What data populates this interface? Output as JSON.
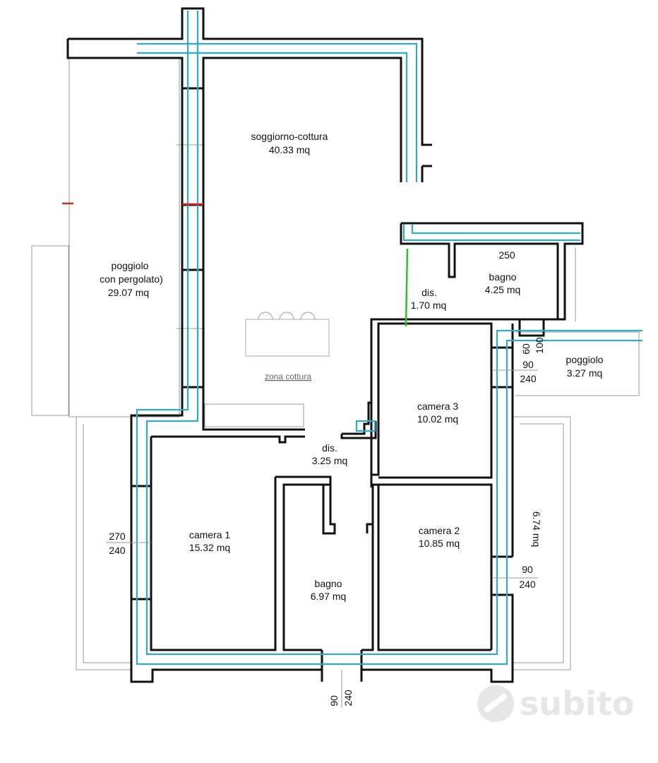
{
  "rooms": {
    "soggiorno": {
      "name": "soggiorno-cottura",
      "area": "40.33 mq"
    },
    "poggiolo_pergolato": {
      "line1": "poggiolo",
      "line2": "con pergolato)",
      "area": "29.07 mq"
    },
    "dis_small": {
      "name": "dis.",
      "area": "1.70 mq"
    },
    "bagno_top": {
      "name": "bagno",
      "area": "4.25 mq"
    },
    "poggiolo_small": {
      "name": "poggiolo",
      "area": "3.27 mq"
    },
    "camera3": {
      "name": "camera 3",
      "area": "10.02 mq"
    },
    "dis_main": {
      "name": "dis.",
      "area": "3.25 mq"
    },
    "camera1": {
      "name": "camera 1",
      "area": "15.32 mq"
    },
    "camera2": {
      "name": "camera 2",
      "area": "10.85 mq"
    },
    "bagno_main": {
      "name": "bagno",
      "area": "6.97 mq"
    },
    "side_area": {
      "area": "6.74 mq"
    }
  },
  "kitchen": {
    "label": "zona cottura"
  },
  "dimensions": {
    "bagno_width": "250",
    "right_window_1": {
      "a": "60",
      "b": "100",
      "c": "90",
      "d": "240"
    },
    "right_window_2": {
      "a": "90",
      "b": "240"
    },
    "left_window": {
      "a": "270",
      "b": "240"
    },
    "bottom_door": {
      "a": "90",
      "b": "240"
    }
  },
  "watermark": {
    "text": "subito"
  },
  "colors": {
    "walls": "#111111",
    "pipes": "#2ba8d4",
    "green_line": "#2fbf2f",
    "red_mark": "#e02020"
  }
}
